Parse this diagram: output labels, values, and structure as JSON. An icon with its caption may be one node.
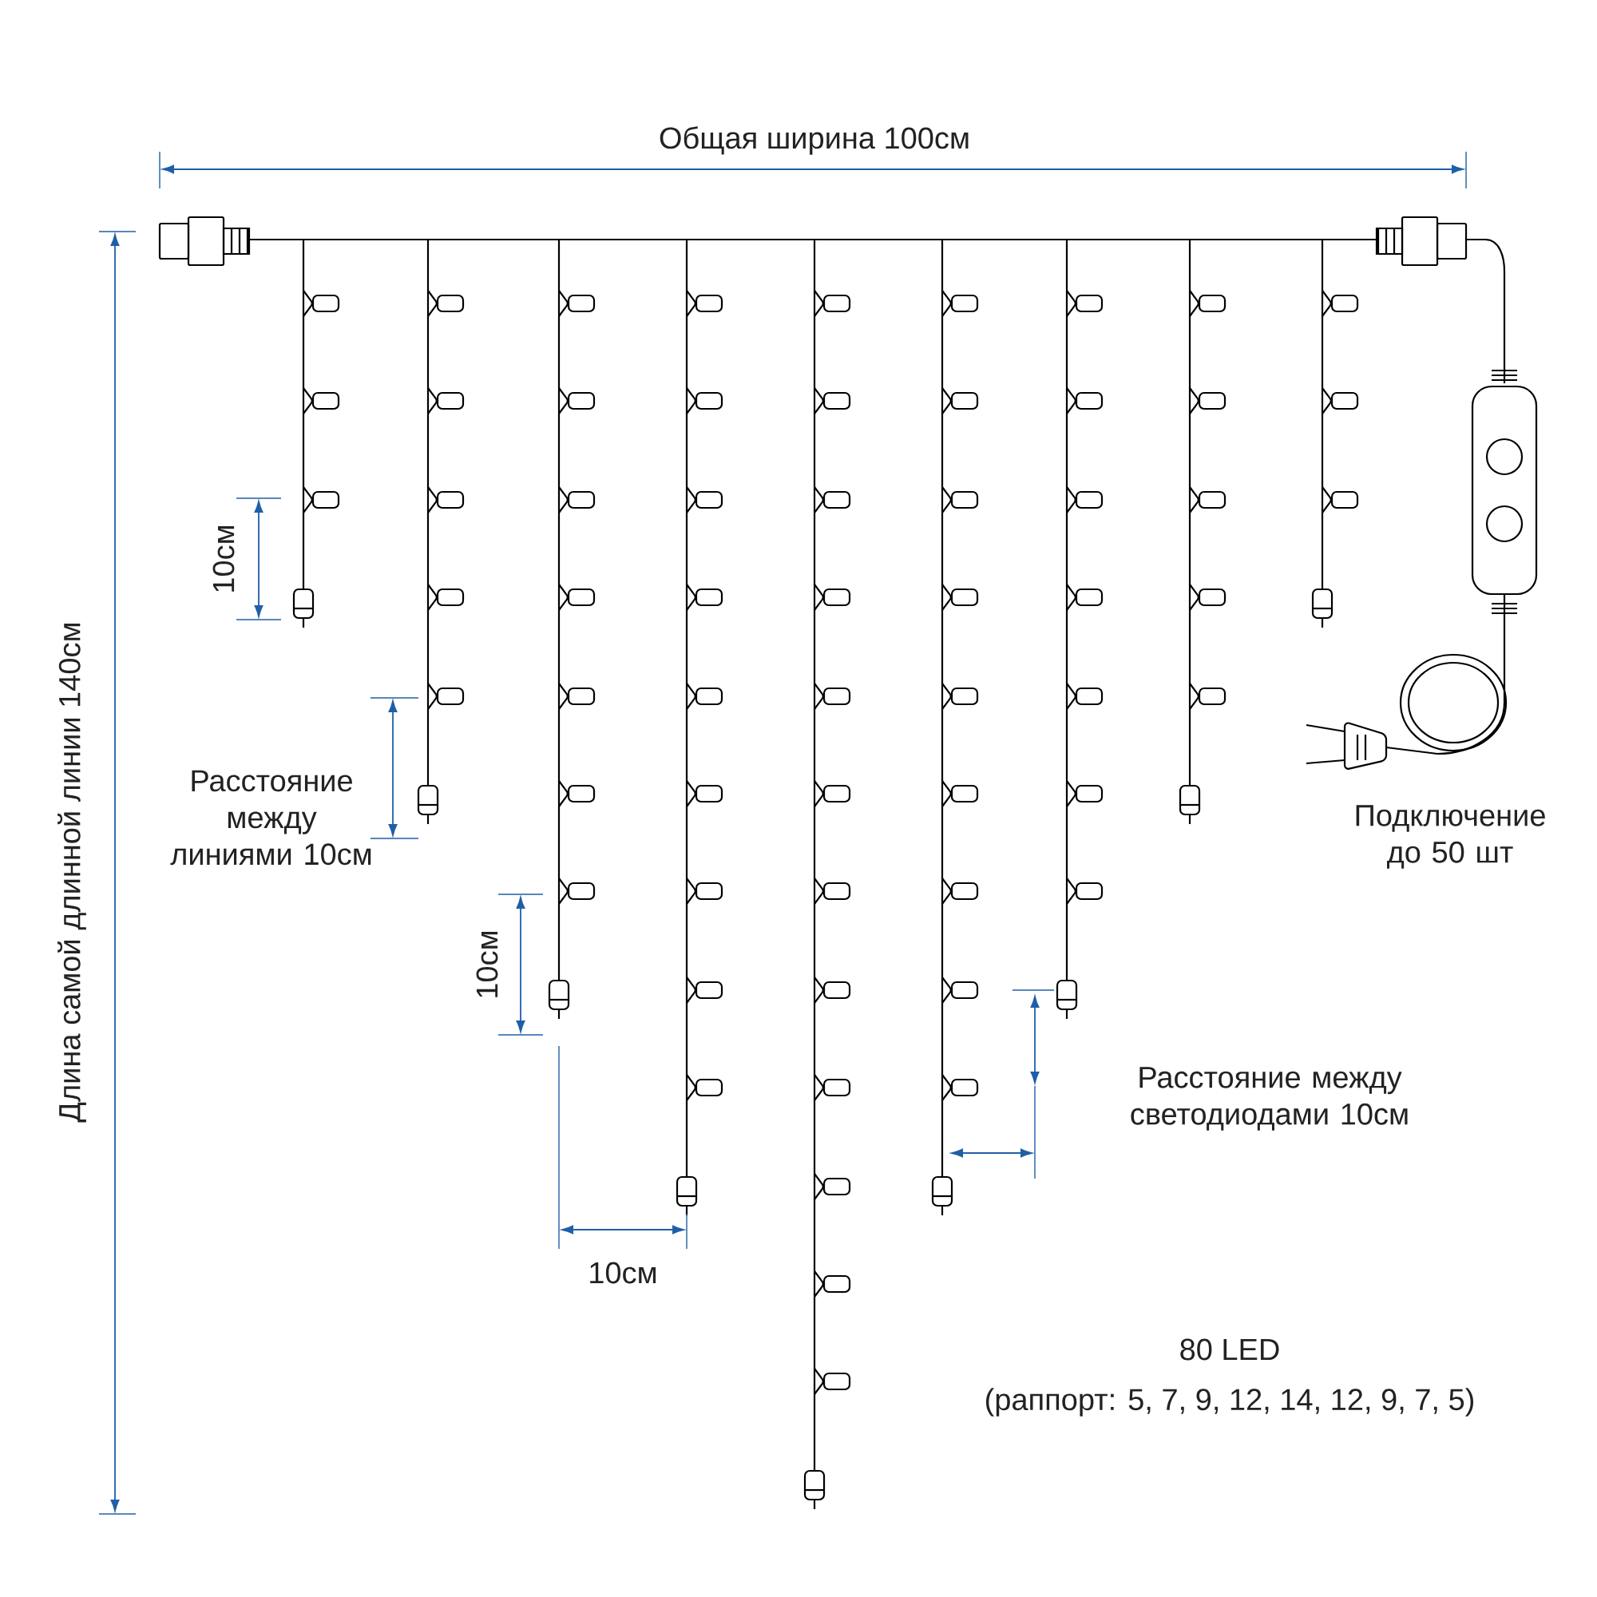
{
  "diagram": {
    "labels": [
      "Общая ширина 100см",
      "Длина самой длинной линии 140см",
      "10см",
      "Расстояние между линиями 10см",
      "Подключение до 50 шт",
      "10см",
      "Расстояние между светодиодами 10см",
      "10см",
      "80 LED",
      "(раппорт: 5, 7, 9, 12, 14, 12, 9, 7, 5)"
    ]
  }
}
